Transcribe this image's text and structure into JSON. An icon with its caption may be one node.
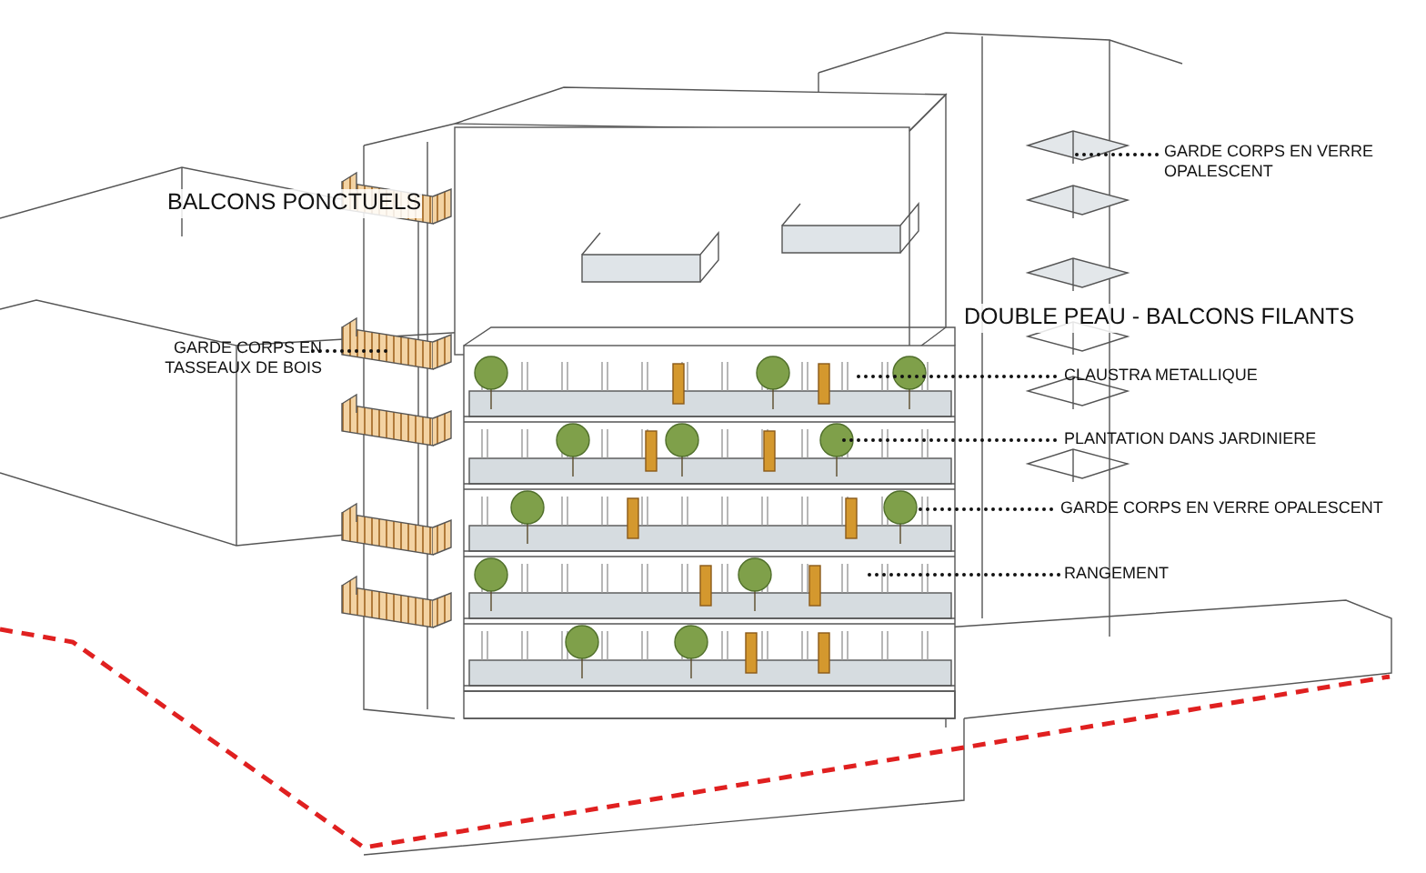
{
  "diagram": {
    "nodes": [
      {
        "text": [
          "GARDE CORPS EN VERRE OPALESCENT"
        ]
      },
      {
        "text": [
          "GARDE CORPS EN TASSEAUX DE BOIS"
        ]
      },
      {
        "text": [
          "CLAUSTRA METALLIQUE"
        ]
      },
      {
        "text": [
          "PLANTATION DANS JARDINIERE"
        ]
      },
      {
        "text": [
          "GARDE CORPS EN VERRE OPALESCENT"
        ]
      },
      {
        "text": [
          "RANGEMENT"
        ]
      }
    ],
    "edges": [
      {
        "from": 0,
        "to": null,
        "arrow": "none"
      },
      {
        "from": 1,
        "to": null,
        "arrow": "none"
      },
      {
        "from": 2,
        "to": null,
        "arrow": "none"
      },
      {
        "from": 3,
        "to": null,
        "arrow": "none"
      },
      {
        "from": 4,
        "to": null,
        "arrow": "none"
      },
      {
        "from": 5,
        "to": null,
        "arrow": "none"
      }
    ],
    "labels": [
      "BALCONS PONCTUELS",
      "DOUBLE PEAU - BALCONS FILANTS"
    ]
  }
}
